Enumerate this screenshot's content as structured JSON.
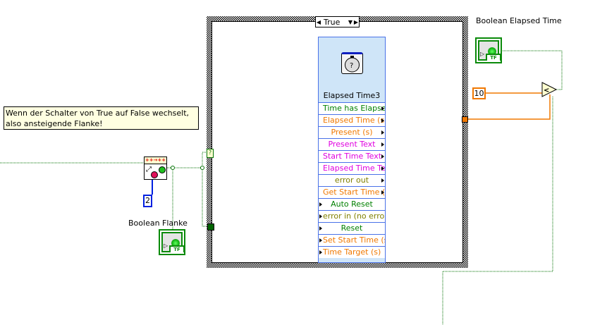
{
  "case_structure": {
    "selector_value": "True",
    "selector_tunnel": "?"
  },
  "express_vi": {
    "title": "Elapsed Time3",
    "icon": "stopwatch-question-icon",
    "terminals": [
      {
        "label": "Time has Elapse",
        "color": "#008000",
        "dir": "out"
      },
      {
        "label": "Elapsed Time (s)",
        "color": "#f07800",
        "dir": "out"
      },
      {
        "label": "Present (s)",
        "color": "#f07800",
        "dir": "out"
      },
      {
        "label": "Present Text",
        "color": "#e000e0",
        "dir": "out"
      },
      {
        "label": "Start Time Text",
        "color": "#e000e0",
        "dir": "out"
      },
      {
        "label": "Elapsed Time Te",
        "color": "#e000e0",
        "dir": "out"
      },
      {
        "label": "error out",
        "color": "#808000",
        "dir": "out"
      },
      {
        "label": "Get Start Time (s",
        "color": "#f07800",
        "dir": "out"
      },
      {
        "label": "Auto Reset",
        "color": "#008000",
        "dir": "in"
      },
      {
        "label": "error in (no erroi",
        "color": "#808000",
        "dir": "in"
      },
      {
        "label": "Reset",
        "color": "#008000",
        "dir": "in"
      },
      {
        "label": "Set Start Time (s",
        "color": "#f07800",
        "dir": "in"
      },
      {
        "label": "Time Target (s)",
        "color": "#f07800",
        "dir": "in"
      }
    ]
  },
  "indicators": {
    "boolean_flanke": "Boolean Flanke",
    "boolean_elapsed_time": "Boolean Elapsed Time",
    "tf": "TF"
  },
  "comment": "Wenn der Schalter von True auf False wechselt, also ansteigende Flanke!",
  "constants": {
    "edge_count": "2",
    "threshold": "10"
  },
  "edge_node": {
    "top_glyph": "++→++"
  },
  "colors": {
    "boolean_wire": "#007000",
    "numeric_wire": "#f07800",
    "int_wire": "#0020e0"
  }
}
